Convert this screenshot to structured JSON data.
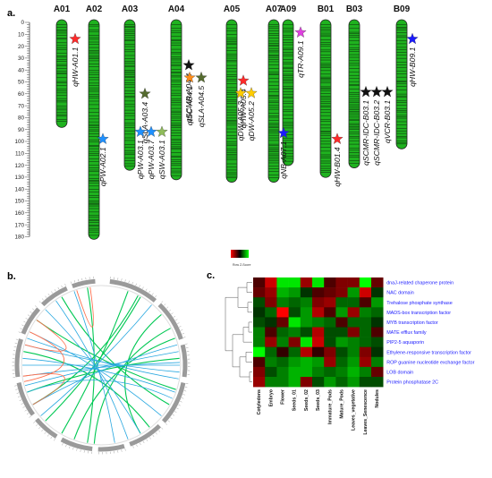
{
  "panel_a": {
    "label": "a.",
    "axis_ticks": [
      "0",
      "10",
      "20",
      "30",
      "40",
      "50",
      "60",
      "70",
      "80",
      "90",
      "100",
      "110",
      "120",
      "130",
      "140",
      "150",
      "160",
      "170",
      "180"
    ],
    "chromosomes": [
      {
        "name": "A01",
        "length": 86
      },
      {
        "name": "A02",
        "length": 180
      },
      {
        "name": "A03",
        "length": 122
      },
      {
        "name": "A04",
        "length": 130
      },
      {
        "name": "A05",
        "length": 132
      },
      {
        "name": "A07",
        "length": 132
      },
      {
        "name": "A09",
        "length": 118
      },
      {
        "name": "B01",
        "length": 128
      },
      {
        "name": "B03",
        "length": 120
      },
      {
        "name": "B09",
        "length": 104
      }
    ],
    "qtls": [
      {
        "chrom": "A01",
        "label": "qHW-A01.1",
        "pos": 17,
        "color": "#ff2a2a"
      },
      {
        "chrom": "A02",
        "label": "qPW-A02.1",
        "pos": 101,
        "color": "#1e90ff"
      },
      {
        "chrom": "A03",
        "label": "qSLA-A03.4",
        "pos": 60,
        "color": "#556b2f"
      },
      {
        "chrom": "A03",
        "label": "qPW-A03.1",
        "pos": 95,
        "color": "#1e90ff"
      },
      {
        "chrom": "A03",
        "label": "qPW-A03.7",
        "pos": 95,
        "color": "#1e90ff"
      },
      {
        "chrom": "A03",
        "label": "qSW-A03.1",
        "pos": 95,
        "color": "#8fbc5a"
      },
      {
        "chrom": "A04",
        "label": "qSCMR-A04.4",
        "pos": 42,
        "color": "#111111"
      },
      {
        "chrom": "A04",
        "label": "qISC-A04.1",
        "pos": 48,
        "color": "#ff8c1a"
      },
      {
        "chrom": "A04",
        "label": "qSLA-A04.5",
        "pos": 48,
        "color": "#556b2f"
      },
      {
        "chrom": "A05",
        "label": "qHW-A05.4",
        "pos": 52,
        "color": "#ff2a2a"
      },
      {
        "chrom": "A05",
        "label": "qDW-A05.3",
        "pos": 58,
        "color": "#ffcc00"
      },
      {
        "chrom": "A05",
        "label": "qDW-A05.2",
        "pos": 58,
        "color": "#ffcc00"
      },
      {
        "chrom": "A07",
        "label": "qNB-A07.1",
        "pos": 96,
        "color": "#1a1aff"
      },
      {
        "chrom": "A09",
        "label": "qTR-A09.1",
        "pos": 10,
        "color": "#e040e0"
      },
      {
        "chrom": "B01",
        "label": "qHW-B01.4",
        "pos": 101,
        "color": "#ff2a2a"
      },
      {
        "chrom": "B03",
        "label": "qSCMR-IDC-B03.1",
        "pos": 60,
        "color": "#111111"
      },
      {
        "chrom": "B03",
        "label": "qSCMR-IDC-B03.2",
        "pos": 60,
        "color": "#111111"
      },
      {
        "chrom": "B03",
        "label": "qVCR-B03.1",
        "pos": 60,
        "color": "#111111"
      },
      {
        "chrom": "B09",
        "label": "qHW-B09.1",
        "pos": 17,
        "color": "#1a1aff"
      }
    ]
  },
  "panel_b": {
    "label": "b."
  },
  "panel_c": {
    "label": "c.",
    "key_label": "Row Z-Score",
    "rows": [
      "dnaJ-related chaperone protein",
      "NAC domain",
      "Trehalose phosphate synthase",
      "MADS-box transcription factor",
      "MYB transcription factor",
      "MATE efflux family",
      "PIP2-5 aquaporin",
      "Ethylene-responsive transcription factor",
      "ROP guanine nucleotide exchange factor",
      "LOB domain",
      "Protein phosphatase 2C"
    ],
    "columns": [
      "Cotyledons",
      "Embryo",
      "Flower",
      "Seeds_01",
      "Seeds_02",
      "Seeds_03",
      "Immature_Pods",
      "Mature_Pods",
      "Leaves_vegetative",
      "Leaves_Senescence",
      "Nodules"
    ],
    "matrix": [
      [
        -0.3,
        -0.8,
        0.9,
        0.9,
        -0.6,
        0.9,
        -0.3,
        -0.5,
        -0.5,
        1.0,
        -0.4
      ],
      [
        -0.4,
        -0.6,
        0.7,
        0.6,
        0.2,
        -0.3,
        -0.4,
        -0.5,
        0.6,
        -0.8,
        0.2
      ],
      [
        0.3,
        -0.5,
        0.5,
        0.4,
        0.5,
        -0.5,
        -0.6,
        0.4,
        0.4,
        -0.3,
        0.6
      ],
      [
        0.2,
        0.4,
        -1.0,
        0.3,
        0.6,
        -0.7,
        -0.3,
        0.6,
        -0.6,
        0.5,
        0.4
      ],
      [
        0.3,
        0.2,
        -0.4,
        0.9,
        0.6,
        0.5,
        0.4,
        -0.3,
        0.4,
        0.4,
        0.2
      ],
      [
        0.5,
        -0.3,
        0.4,
        0.5,
        0.3,
        -0.7,
        0.3,
        0.3,
        -0.5,
        0.4,
        -0.3
      ],
      [
        0.5,
        -0.6,
        0.5,
        -0.5,
        0.9,
        -0.8,
        0.3,
        0.6,
        0.5,
        0.4,
        0.3
      ],
      [
        1.0,
        0.4,
        -0.2,
        0.4,
        -0.7,
        -0.2,
        -0.5,
        0.3,
        0.5,
        -0.5,
        0.2
      ],
      [
        -0.3,
        0.5,
        0.4,
        0.6,
        0.7,
        0.6,
        -0.6,
        0.4,
        0.6,
        -0.6,
        0.5
      ],
      [
        -0.5,
        0.3,
        0.5,
        0.7,
        0.7,
        0.5,
        0.4,
        0.5,
        0.7,
        0.5,
        -0.4
      ],
      [
        -0.6,
        0.5,
        0.5,
        0.7,
        -0.5,
        0.3,
        0.6,
        0.4,
        0.6,
        0.3,
        0.3
      ]
    ],
    "colors": {
      "low": "#ff0000",
      "mid": "#000000",
      "high": "#00ff00",
      "label": "#1a1aff"
    }
  }
}
